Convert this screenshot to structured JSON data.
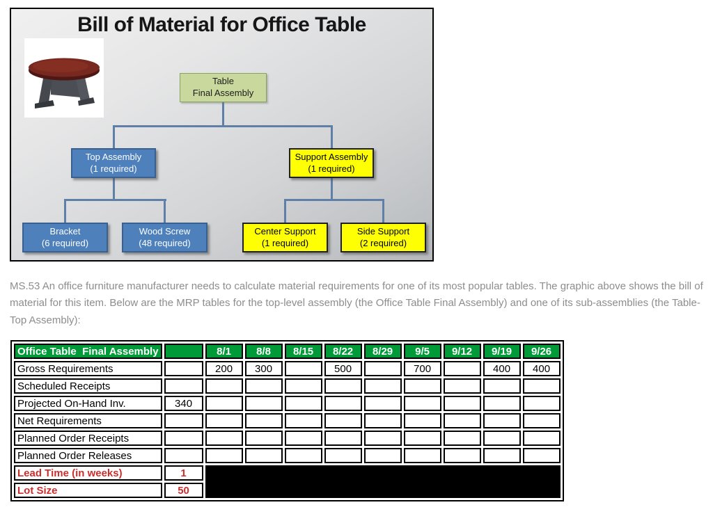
{
  "diagram": {
    "title": "Bill of Material for Office Table",
    "nodes": {
      "root": {
        "line1": "Table",
        "line2": "Final Assembly"
      },
      "top_assembly": {
        "line1": "Top Assembly",
        "line2": "(1 required)"
      },
      "support_assembly": {
        "line1": "Support Assembly",
        "line2": "(1 required)"
      },
      "bracket": {
        "line1": "Bracket",
        "line2": "(6 required)"
      },
      "wood_screw": {
        "line1": "Wood Screw",
        "line2": "(48 required)"
      },
      "center_support": {
        "line1": "Center Support",
        "line2": "(1 required)"
      },
      "side_support": {
        "line1": "Side Support",
        "line2": "(2 required)"
      }
    },
    "colors": {
      "root_fill": "#c9d89c",
      "blue_fill": "#4e80bc",
      "yellow_fill": "#ffff04",
      "connector": "#5f7ea8"
    }
  },
  "problem_text": "MS.53 An office furniture manufacturer needs to calculate material requirements for one of its most popular tables. The graphic above shows the bill of material for this item. Below are the MRP tables for the top-level assembly (the Office Table Final Assembly) and one of its sub-assemblies (the Table-Top Assembly):",
  "mrp_table": {
    "title": "Office Table  Final Assembly",
    "periods": [
      "8/1",
      "8/8",
      "8/15",
      "8/22",
      "8/29",
      "9/5",
      "9/12",
      "9/19",
      "9/26"
    ],
    "header_color": "#009b38",
    "rows": [
      {
        "label": "Gross Requirements",
        "initial": "",
        "values": [
          "200",
          "300",
          "",
          "500",
          "",
          "700",
          "",
          "400",
          "400"
        ]
      },
      {
        "label": "Scheduled Receipts",
        "initial": "",
        "values": [
          "",
          "",
          "",
          "",
          "",
          "",
          "",
          "",
          ""
        ]
      },
      {
        "label": "Projected On-Hand Inv.",
        "initial": "340",
        "values": [
          "",
          "",
          "",
          "",
          "",
          "",
          "",
          "",
          ""
        ]
      },
      {
        "label": "Net Requirements",
        "initial": "",
        "values": [
          "",
          "",
          "",
          "",
          "",
          "",
          "",
          "",
          ""
        ]
      },
      {
        "label": "Planned Order Receipts",
        "initial": "",
        "values": [
          "",
          "",
          "",
          "",
          "",
          "",
          "",
          "",
          ""
        ]
      },
      {
        "label": "Planned Order Releases",
        "initial": "",
        "values": [
          "",
          "",
          "",
          "",
          "",
          "",
          "",
          "",
          ""
        ]
      }
    ],
    "parameter_rows": [
      {
        "label": "Lead Time (in weeks)",
        "value": "1"
      },
      {
        "label": "Lot Size",
        "value": "50"
      }
    ],
    "parameter_color": "#cc2e2e"
  }
}
